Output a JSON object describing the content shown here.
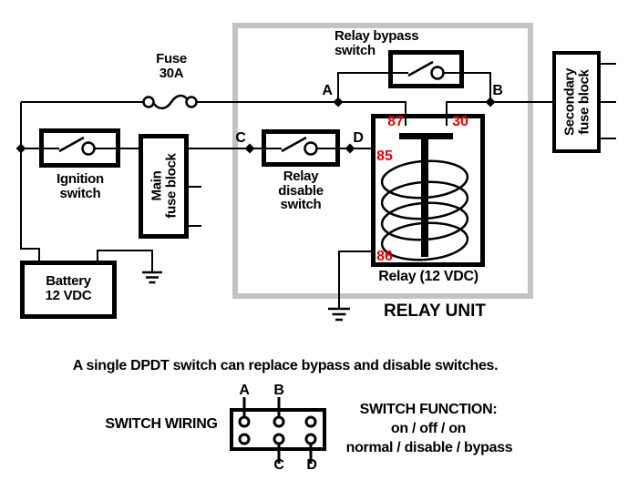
{
  "colors": {
    "wire": "#000000",
    "terminal_red": "#ee0000",
    "relay_unit_border": "#c3c3c3",
    "background": "#ffffff"
  },
  "schematic": {
    "fuse": {
      "line1": "Fuse",
      "line2": "30A"
    },
    "ignition_switch": {
      "line1": "Ignition",
      "line2": "switch"
    },
    "main_fuse_block": {
      "line1": "Main",
      "line2": "fuse block"
    },
    "battery": {
      "line1": "Battery",
      "line2": "12 VDC"
    },
    "relay_bypass_switch": {
      "line1": "Relay bypass",
      "line2": "switch"
    },
    "relay_disable_switch": {
      "line1": "Relay",
      "line2": "disable",
      "line3": "switch"
    },
    "relay": {
      "label": "Relay (12 VDC)",
      "terminal_87": "87",
      "terminal_30": "30",
      "terminal_85": "85",
      "terminal_86": "86"
    },
    "secondary_fuse_block": {
      "line1": "Secondary",
      "line2": "fuse block"
    },
    "relay_unit_label": "RELAY UNIT",
    "nodes": {
      "a": "A",
      "b": "B",
      "c": "C",
      "d": "D"
    }
  },
  "footer": {
    "caption": "A single DPDT switch can replace bypass and disable switches.",
    "switch_wiring_label": "SWITCH WIRING",
    "dpdt": {
      "a": "A",
      "b": "B",
      "c": "C",
      "d": "D"
    },
    "switch_function": {
      "title": "SWITCH FUNCTION:",
      "line1": "on / off / on",
      "line2": "normal / disable / bypass"
    }
  }
}
